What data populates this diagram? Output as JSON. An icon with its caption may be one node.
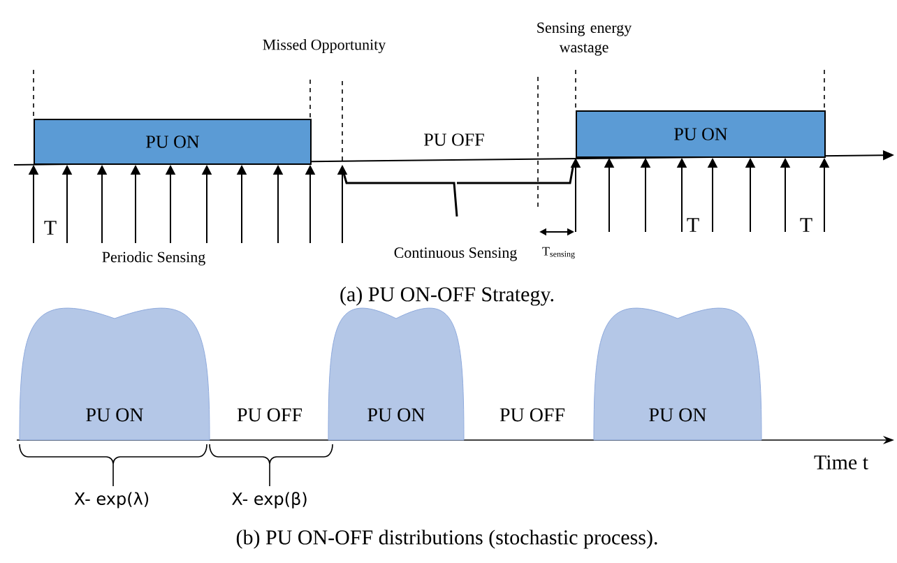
{
  "diagram": {
    "nodes": [
      {
        "text": [
          "PU ON"
        ]
      },
      {
        "text": [
          "PU ON"
        ]
      },
      {
        "text": [
          "PU ON"
        ]
      },
      {
        "text": [
          "PU ON"
        ]
      },
      {
        "text": [
          "PU ON"
        ]
      }
    ],
    "labels": [
      "Missed Opportunity",
      "Sensing energy wastage",
      "PU OFF",
      "T",
      "Periodic Sensing",
      "Continuous Sensing",
      "T$_{sensing}$",
      "T",
      "T",
      "(a) PU ON-OFF Strategy.",
      "PU OFF",
      "PU OFF",
      "X- exp(λ)",
      "X- exp(β)",
      "Time t",
      "(b) PU ON-OFF distributions (stochastic process)."
    ]
  }
}
